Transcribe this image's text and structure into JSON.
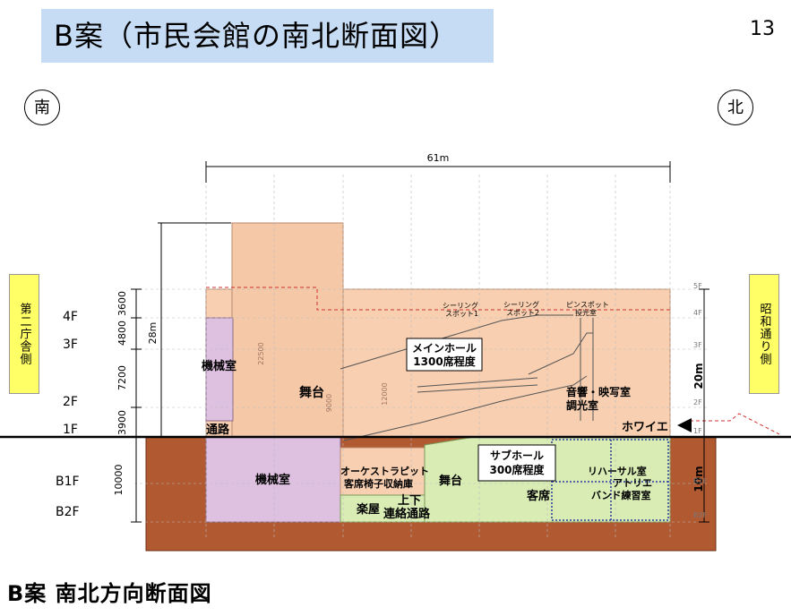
{
  "title": "B案（市民会館の南北断面図）",
  "page_number": "13",
  "directions": {
    "south": "南",
    "north": "北"
  },
  "side_labels": {
    "left": "第二庁舎側",
    "right": "昭和通り側"
  },
  "dimensions": {
    "width": "61m",
    "height_total": "28m",
    "height_above_right": "20m",
    "depth_below_right": "10m",
    "below_ground_mm": "10000",
    "floor_heights": [
      "3600",
      "4800",
      "7200",
      "3900"
    ],
    "inner_dims": [
      "22500",
      "12000",
      "9000"
    ]
  },
  "floors_left": [
    "4F",
    "3F",
    "2F",
    "1F",
    "B1F",
    "B2F"
  ],
  "floors_right": [
    "5F",
    "4F",
    "3F",
    "2F",
    "1F",
    "B1F",
    "B2F"
  ],
  "rooms": {
    "machine_room_upper": "機械室",
    "passage": "通路",
    "stage": "舞台",
    "main_hall_line1": "メインホール",
    "main_hall_line2": "1300席程度",
    "ceiling_spot1_line1": "シーリング",
    "ceiling_spot1_line2": "スポット1",
    "ceiling_spot2_line1": "シーリング",
    "ceiling_spot2_line2": "スポット2",
    "pin_spot_line1": "ピンスポット",
    "pin_spot_line2": "投光室",
    "sound_line1": "音響・映写室",
    "sound_line2": "調光室",
    "foyer": "ホワイエ",
    "machine_room_lower": "機械室",
    "orchestra_line1": "オーケストラピット",
    "orchestra_line2": "客席椅子収納庫",
    "green_room": "楽屋",
    "vertical_passage_line1": "上下",
    "vertical_passage_line2": "連絡通路",
    "sub_stage": "舞台",
    "sub_hall_line1": "サブホール",
    "sub_hall_line2": "300席程度",
    "sub_seats": "客席",
    "rehearsal": "リハーサル室",
    "atelier": "アトリエ",
    "band_practice": "バンド練習室"
  },
  "footer_title": "B案 南北方向断面図",
  "colors": {
    "title_bg": "#c6dcf5",
    "above_ground": "#f8cfb0",
    "fly_tower": "#f5c8a8",
    "machine_room": "#dec0e0",
    "underground": "#b15a32",
    "sub_hall": "#d8ecb4",
    "side_label_bg": "#ffff66"
  }
}
